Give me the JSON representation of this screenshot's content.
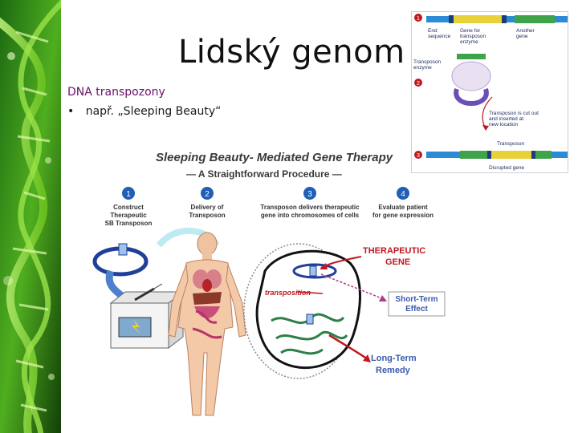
{
  "slide": {
    "title": "Lidský genom",
    "subhead": "DNA transpozony",
    "bullet_marker": "•",
    "bullet_text": "např. „Sleeping Beauty“"
  },
  "inset_figure": {
    "step1": "1",
    "step2": "2",
    "step3": "3",
    "end_sequence": [
      "End",
      "sequence"
    ],
    "gene_for_transposon": [
      "Gene for",
      "transposon",
      "enzyme"
    ],
    "another_gene": [
      "Another",
      "gene"
    ],
    "transposon_enzyme": [
      "Transposon",
      "enzyme"
    ],
    "cut_out": [
      "Transposon is cut out",
      "and inserted at",
      "new location"
    ],
    "transposon_label": "Transposon",
    "disrupted_gene": "Disrupted gene"
  },
  "main_figure": {
    "title": "Sleeping Beauty- Mediated Gene Therapy",
    "subtitle": "— A Straightforward Procedure —",
    "steps": [
      {
        "num": "1",
        "label": [
          "Construct",
          "Therapeutic",
          "SB Transposon"
        ]
      },
      {
        "num": "2",
        "label": [
          "Delivery of",
          "Transposon"
        ]
      },
      {
        "num": "3",
        "label": [
          "Transposon delivers therapeutic",
          "gene into chromosomes of cells"
        ]
      },
      {
        "num": "4",
        "label": [
          "Evaluate patient",
          "for gene expression"
        ]
      }
    ],
    "therapeutic_gene": [
      "THERAPEUTIC",
      "GENE"
    ],
    "transposition": "transposition",
    "short_term": [
      "Short-Term",
      "Effect"
    ],
    "long_term": [
      "Long-Term",
      "Remedy"
    ]
  },
  "colors": {
    "banner_green": "#2f8f1a",
    "subhead_purple": "#6b0f6b",
    "figure_blue": "#1f3f9a",
    "figure_red": "#c0181e",
    "yellow_band": "#e8d13a",
    "green_band": "#3fa34a"
  }
}
